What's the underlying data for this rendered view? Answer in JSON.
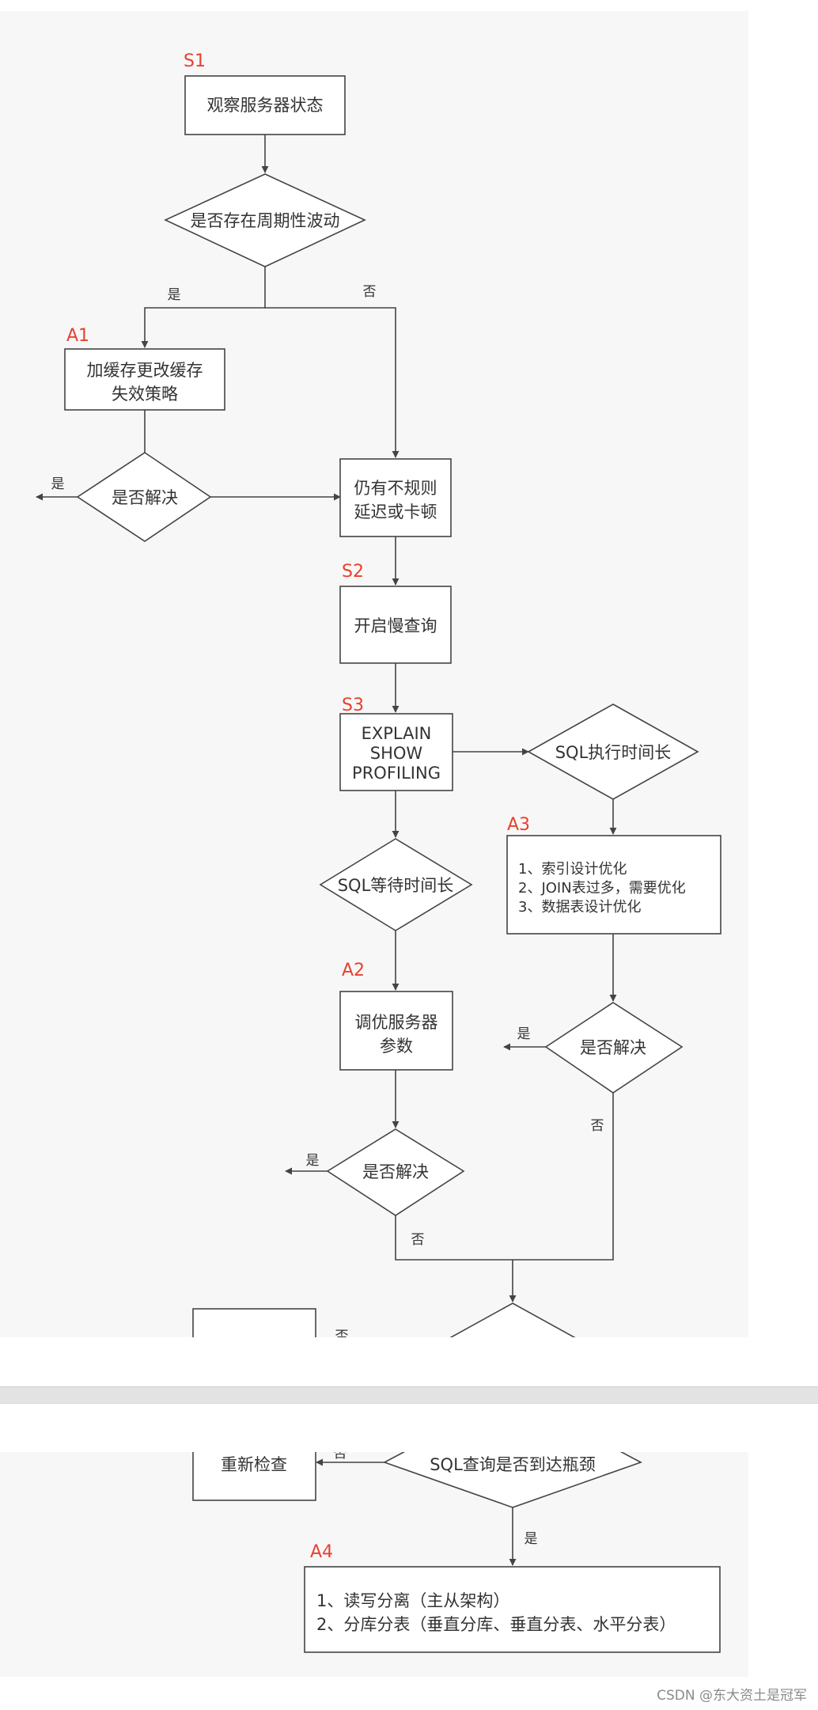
{
  "step_labels": {
    "s1": "S1",
    "a1": "A1",
    "s2": "S2",
    "s3": "S3",
    "a3": "A3",
    "a2": "A2",
    "a4": "A4"
  },
  "nodes": {
    "observe_server": "观察服务器状态",
    "periodic_fluctuation": "是否存在周期性波动",
    "cache_line1": "加缓存更改缓存",
    "cache_line2": "失效策略",
    "resolved": "是否解决",
    "irregular_line1": "仍有不规则",
    "irregular_line2": "延迟或卡顿",
    "slow_query": "开启慢查询",
    "explain_line1": "EXPLAIN",
    "explain_line2": "SHOW",
    "explain_line3": "PROFILING",
    "sql_exec_long": "SQL执行时间长",
    "sql_wait_long": "SQL等待时间长",
    "a3_line1": "1、索引设计优化",
    "a3_line2": "2、JOIN表过多，需要优化",
    "a3_line3": "3、数据表设计优化",
    "tune_line1": "调优服务器",
    "tune_line2": "参数",
    "recheck": "重新检查",
    "bottleneck": "SQL查询是否到达瓶颈",
    "a4_line1": "1、读写分离（主从架构）",
    "a4_line2": "2、分库分表（垂直分库、垂直分表、水平分表）"
  },
  "edges": {
    "yes": "是",
    "no": "否"
  },
  "watermark": "CSDN @东大资土是冠军"
}
